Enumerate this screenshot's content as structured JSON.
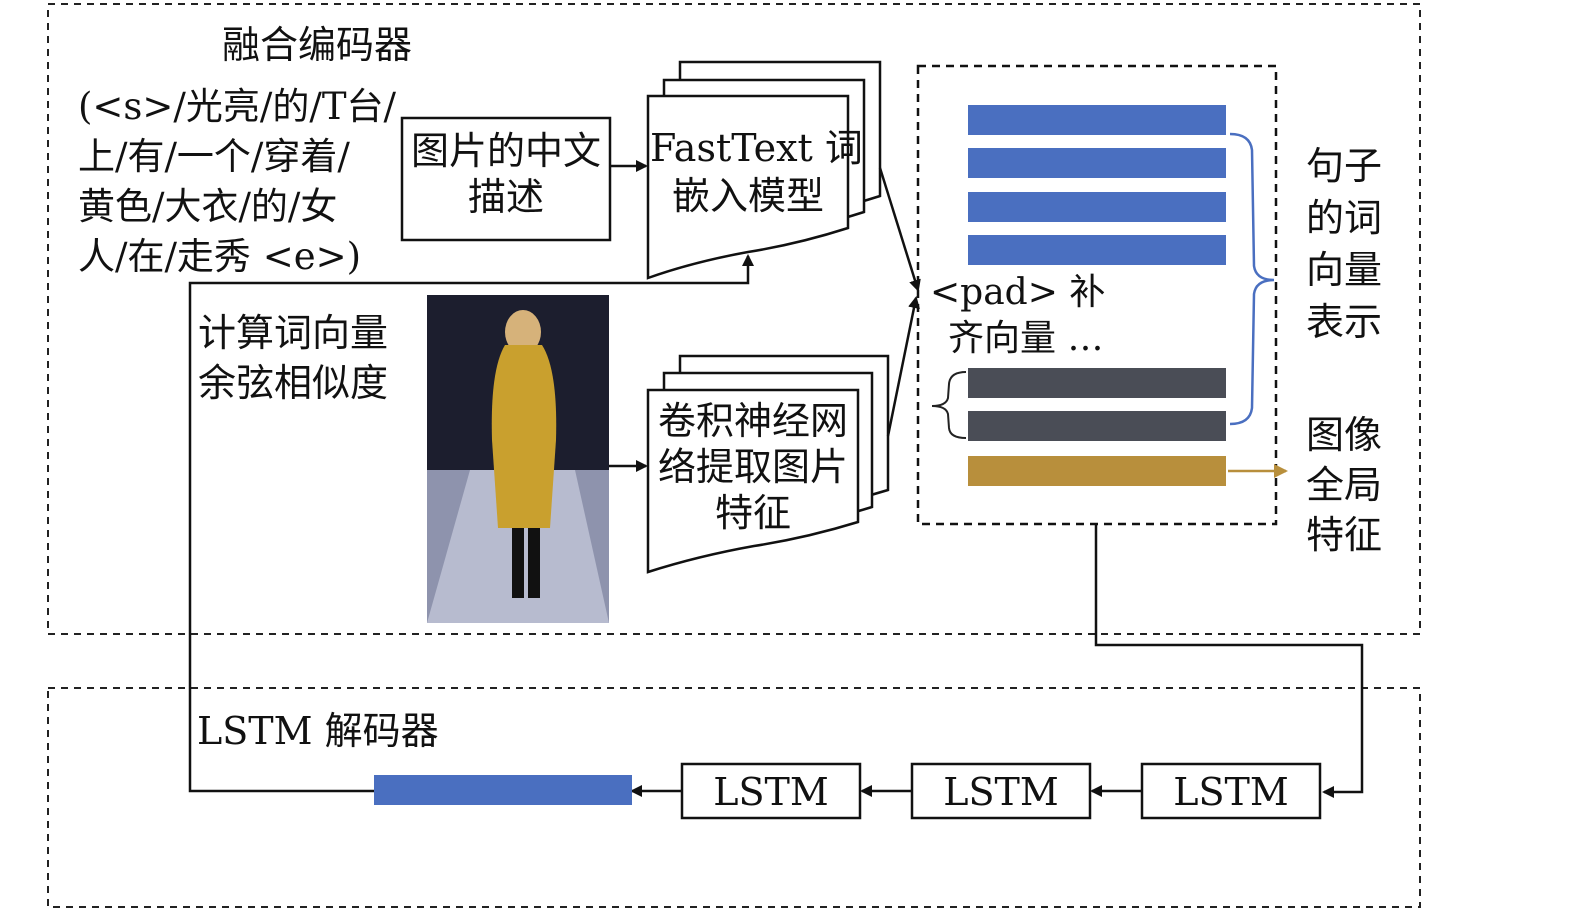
{
  "encoder": {
    "title": "融合编码器",
    "tokens": [
      "(<s>/光亮/的/T台/",
      "上/有/一个/穿着/",
      "黄色/大衣/的/女",
      "人/在/走秀 <e>)"
    ],
    "description_box": "图片的中文描述",
    "fasttext_box": [
      "FastText 词",
      "嵌入模型"
    ],
    "cnn_box": [
      "卷积神经网",
      "络提取图片",
      "特征"
    ],
    "cosine_label": [
      "计算词向量",
      "余弦相似度"
    ],
    "pad_label": [
      "<pad> 补",
      "齐向量  …"
    ],
    "sentence_label": [
      "句子",
      "的词",
      "向量",
      "表示"
    ],
    "image_label": [
      "图像",
      "全局",
      "特征"
    ]
  },
  "decoder": {
    "title": "LSTM 解码器",
    "cells": [
      "LSTM",
      "LSTM",
      "LSTM"
    ]
  },
  "colors": {
    "word_vector": "#4a6fc0",
    "pad_vector": "#4a4d56",
    "image_vector": "#b88f3c",
    "bracket": "#4a6fc0"
  }
}
